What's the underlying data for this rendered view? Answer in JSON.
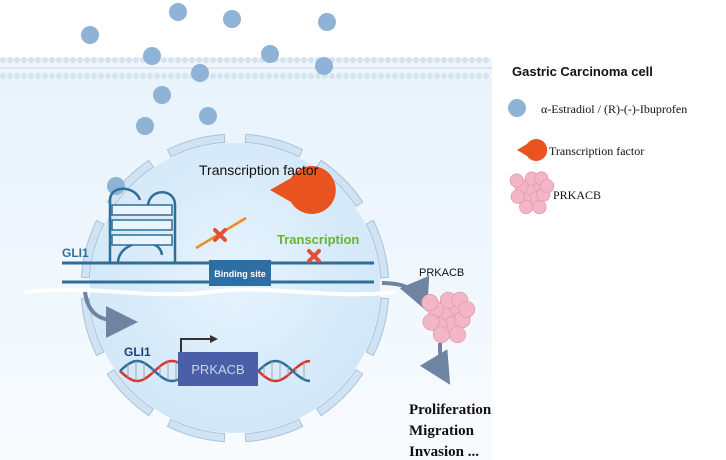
{
  "legend": {
    "title": "Gastric Carcinoma  cell",
    "items": [
      {
        "label": "α-Estradiol / (R)-(-)-Ibuprofen",
        "icon": "molecule-circle-icon",
        "color": "#8fb3d6"
      },
      {
        "label": "Transcription factor",
        "icon": "pacman-wedge-icon",
        "color": "#e8531f"
      },
      {
        "label": "PRKACB",
        "icon": "protein-blob-icon",
        "color": "#f2b6c6"
      }
    ]
  },
  "nucleus": {
    "transcription_factor_label": "Transcription factor",
    "gli1_upper_label": "GLI1",
    "binding_site_label": "Binding site",
    "transcription_label": "Transcription",
    "gli1_lower_label": "GLI1",
    "prkacb_gene_label": "PRKACB"
  },
  "outside": {
    "prkacb_label": "PRKACB",
    "outcomes": [
      "Proliferation",
      "Migration",
      "Invasion ..."
    ]
  },
  "colors": {
    "membrane_fill": "#e3f0fb",
    "nucleus_fill": "#d9ecfa",
    "dna_line": "#2e6f97",
    "binding_box": "#2f6ea3",
    "gene_box": "#4a5fa8",
    "arrow": "#6f84a3",
    "transcription_green": "#6ab42d",
    "cross_red": "#e2503a",
    "inhibitor_orange": "#f08a24",
    "molecule": "#8fb3d6"
  }
}
